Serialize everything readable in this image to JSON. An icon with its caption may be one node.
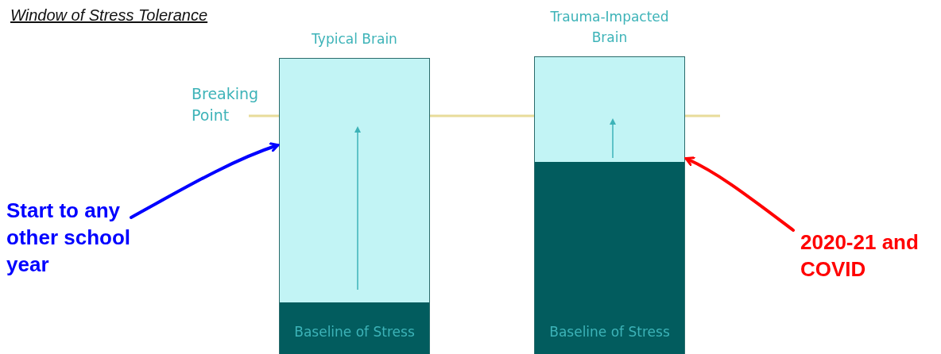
{
  "diagram": {
    "title": "Window of Stress Tolerance",
    "nodes": [
      {
        "text": [
          "Typical Brain"
        ]
      },
      {
        "text": [
          "Baseline of Stress"
        ],
        "in": 0
      },
      {
        "text": [
          "Trauma-Impacted Brain"
        ]
      },
      {
        "text": [
          "Baseline of Stress"
        ],
        "in": 2
      },
      {
        "text": [
          "Start to any other school year"
        ]
      },
      {
        "text": [
          "2020-21 and COVID"
        ]
      }
    ],
    "edges": [
      {
        "from": 4,
        "to": 0,
        "arrow": "to",
        "color": "#0000ff"
      },
      {
        "from": 5,
        "to": 2,
        "arrow": "to",
        "color": "#ff0000"
      }
    ],
    "labels": [
      "Breaking Point"
    ]
  }
}
